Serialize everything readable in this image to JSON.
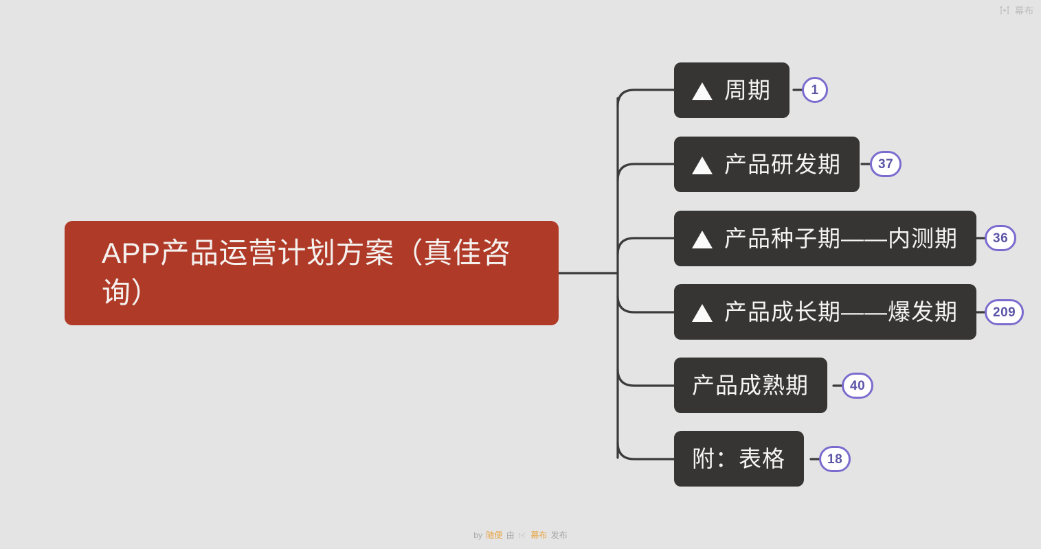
{
  "brand": {
    "icon": "mubu-logo-icon",
    "name": "幕布"
  },
  "mindmap": {
    "root": {
      "label": "APP产品运营计划方案（真佳咨询）",
      "color": "#b03a28",
      "text_color": "#f4f1ee"
    },
    "node_color": "#363533",
    "node_text_color": "#f5f4f2",
    "badge_border_color": "#7a6cce",
    "badge_text_color": "#5b55a6",
    "link_color": "#3b3b3b",
    "background": "#e4e4e4",
    "children": [
      {
        "bullet": "▲",
        "has_bullet": true,
        "label": "周期",
        "badge": "1"
      },
      {
        "bullet": "▲",
        "has_bullet": true,
        "label": "产品研发期",
        "badge": "37"
      },
      {
        "bullet": "▲",
        "has_bullet": true,
        "label": "产品种子期——内测期",
        "badge": "36"
      },
      {
        "bullet": "▲",
        "has_bullet": true,
        "label": "产品成长期——爆发期",
        "badge": "209"
      },
      {
        "bullet": "",
        "has_bullet": false,
        "label": "产品成熟期",
        "badge": "40"
      },
      {
        "bullet": "",
        "has_bullet": false,
        "label": "附：表格",
        "badge": "18"
      }
    ]
  },
  "footer": {
    "by": "by",
    "author": "随便",
    "via": "由",
    "icon": "mubu-logo-icon",
    "platform": "幕布",
    "published": "发布"
  }
}
